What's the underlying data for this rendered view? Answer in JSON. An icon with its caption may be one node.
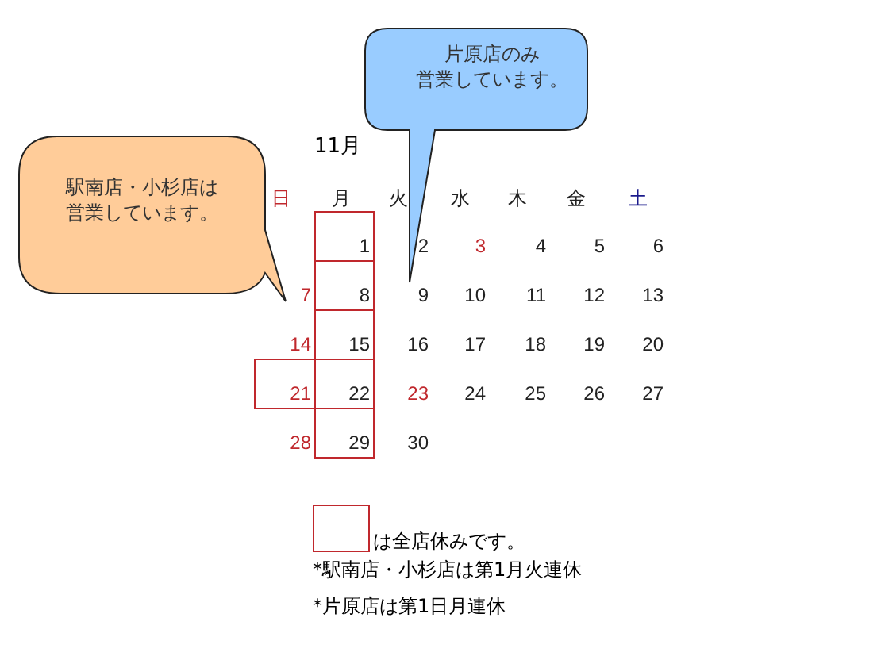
{
  "diagram": {
    "nodes": [
      {
        "text": [
          "片原店のみ営業しています。"
        ]
      },
      {
        "text": [
          "駅南店・小杉店は営業しています。"
        ]
      }
    ],
    "labels": [
      "11月",
      "日",
      "月",
      "火",
      "水",
      "木",
      "金",
      "土",
      "1",
      "2",
      "3",
      "4",
      "5",
      "6",
      "7",
      "8",
      "9",
      "10",
      "11",
      "12",
      "13",
      "14",
      "15",
      "16",
      "17",
      "18",
      "19",
      "20",
      "21",
      "22",
      "23",
      "24",
      "25",
      "26",
      "27",
      "28",
      "29",
      "30",
      "*駅南店・小杉店は第1月火連休",
      "*片原店は第1日月連休"
    ],
    "legend": [
      {
        "text": "は全店休みです。"
      }
    ]
  }
}
